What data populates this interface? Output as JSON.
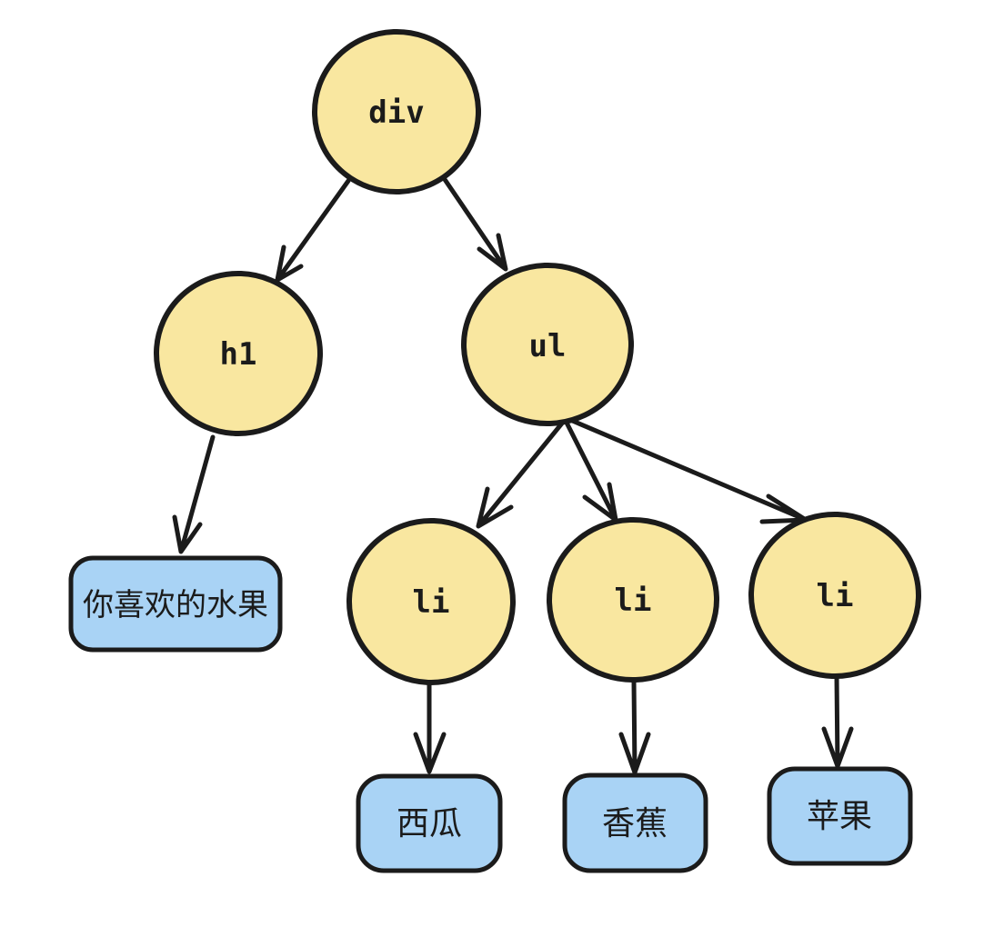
{
  "diagram": {
    "description": "Hand-drawn DOM tree diagram",
    "colors": {
      "node_fill": "#f9e7a0",
      "leaf_fill": "#a9d3f5",
      "stroke": "#1b1b1b",
      "background": "#ffffff"
    },
    "nodes": {
      "div": {
        "label": "div",
        "type": "element"
      },
      "h1": {
        "label": "h1",
        "type": "element"
      },
      "ul": {
        "label": "ul",
        "type": "element"
      },
      "li1": {
        "label": "li",
        "type": "element"
      },
      "li2": {
        "label": "li",
        "type": "element"
      },
      "li3": {
        "label": "li",
        "type": "element"
      }
    },
    "leaves": {
      "fruits_title": {
        "label": "你喜欢的水果",
        "type": "text"
      },
      "watermelon": {
        "label": "西瓜",
        "type": "text"
      },
      "banana": {
        "label": "香蕉",
        "type": "text"
      },
      "apple": {
        "label": "苹果",
        "type": "text"
      }
    },
    "edges": [
      {
        "from": "div",
        "to": "h1"
      },
      {
        "from": "div",
        "to": "ul"
      },
      {
        "from": "h1",
        "to": "fruits_title"
      },
      {
        "from": "ul",
        "to": "li1"
      },
      {
        "from": "ul",
        "to": "li2"
      },
      {
        "from": "ul",
        "to": "li3"
      },
      {
        "from": "li1",
        "to": "watermelon"
      },
      {
        "from": "li2",
        "to": "banana"
      },
      {
        "from": "li3",
        "to": "apple"
      }
    ]
  }
}
